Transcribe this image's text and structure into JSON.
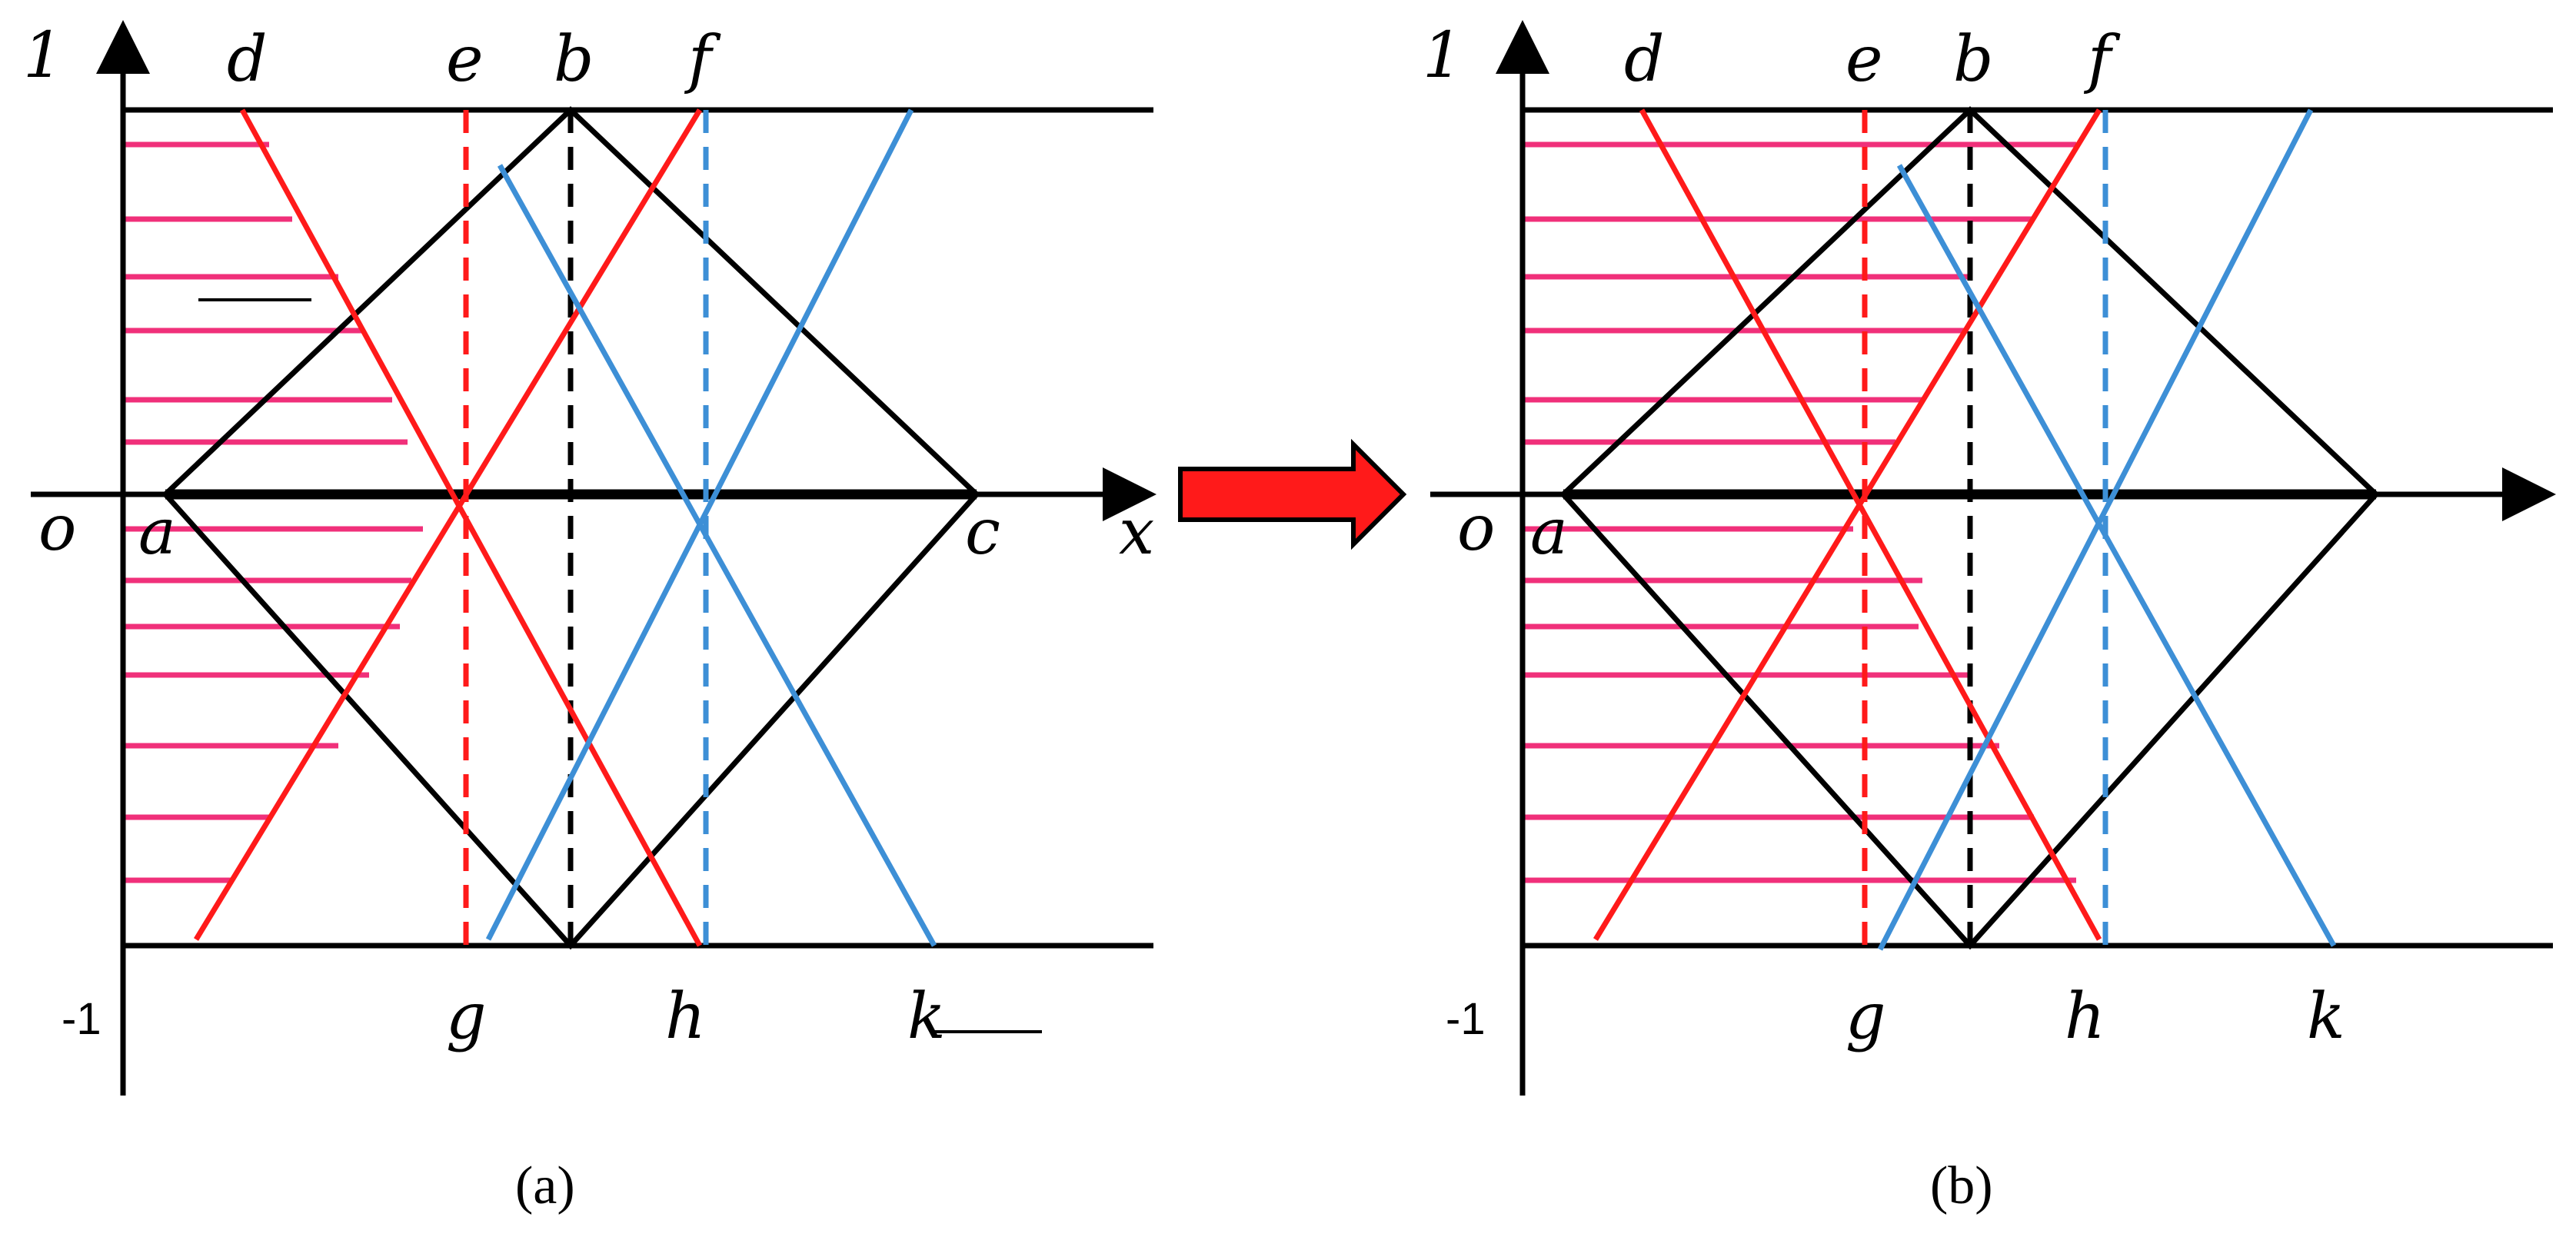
{
  "figure": {
    "panels": [
      {
        "id": "a",
        "caption": "(a)",
        "y_tick_top": "1",
        "y_tick_bottom": "-1",
        "origin_label": "o",
        "top_labels": [
          "d",
          "e",
          "b",
          "f"
        ],
        "bottom_labels": [
          "g",
          "h",
          "k"
        ],
        "axis_labels": [
          "a",
          "c",
          "x"
        ]
      },
      {
        "id": "b",
        "caption": "(b)",
        "y_tick_top": "1",
        "y_tick_bottom": "-1",
        "origin_label": "o",
        "top_labels": [
          "d",
          "e",
          "b",
          "f"
        ],
        "bottom_labels": [
          "g",
          "h",
          "k"
        ],
        "axis_labels": [
          "a"
        ]
      }
    ],
    "arrow_icon": "right-arrow-icon",
    "colors": {
      "axes": "#000000",
      "red_lines": "#ff1a1a",
      "blue_lines": "#3d8fd6",
      "hatch": "#f0307a",
      "arrow_fill": "#ff1a1a"
    }
  }
}
